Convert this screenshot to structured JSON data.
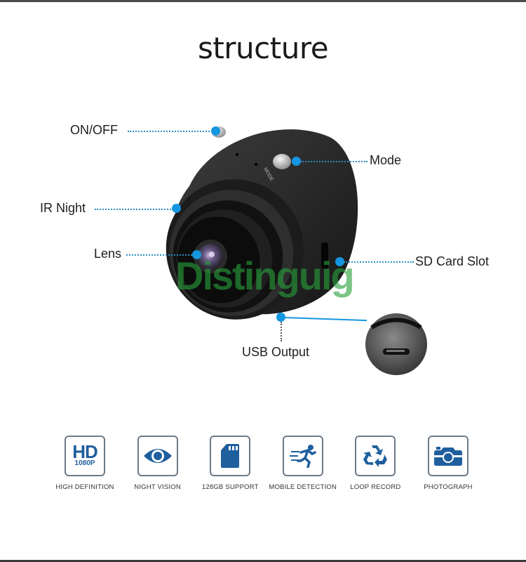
{
  "title": "structure",
  "watermark": "Distinguig",
  "callouts": {
    "on_off": "ON/OFF",
    "mode": "Mode",
    "ir_night": "IR Night",
    "lens": "Lens",
    "sd_card_slot": "SD Card Slot",
    "usb_output": "USB Output"
  },
  "device_labels": {
    "mode_engraving": "MODE"
  },
  "colors": {
    "accent_blue": "#1596e0",
    "icon_blue": "#1f5f9e",
    "watermark_green": "#28a03c"
  },
  "features": [
    {
      "icon": "hd-1080p-icon",
      "hd_text": "HD",
      "hd_sub": "1080P",
      "label": "HIGH DEFINITION"
    },
    {
      "icon": "eye-icon",
      "label": "NIGHT VISION"
    },
    {
      "icon": "sd-card-icon",
      "label": "128GB SUPPORT"
    },
    {
      "icon": "running-person-icon",
      "label": "MOBILE DETECTION"
    },
    {
      "icon": "recycle-icon",
      "label": "LOOP RECORD"
    },
    {
      "icon": "camera-icon",
      "label": "PHOTOGRAPH"
    }
  ]
}
